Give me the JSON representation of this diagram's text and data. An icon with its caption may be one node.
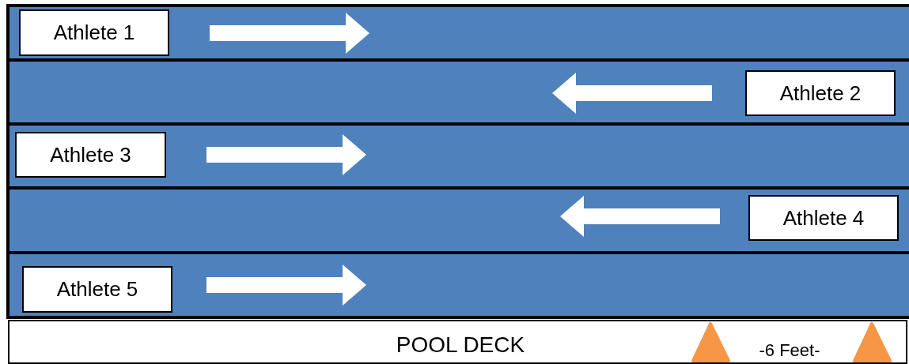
{
  "diagram": {
    "nodes": [
      {
        "text": [
          "Athlete 1"
        ]
      },
      {
        "text": [
          "Athlete 2"
        ]
      },
      {
        "text": [
          "Athlete 3"
        ]
      },
      {
        "text": [
          "Athlete 4"
        ]
      },
      {
        "text": [
          "Athlete 5"
        ]
      },
      {
        "text": [
          "POOL DECK",
          "-6 Feet-"
        ]
      }
    ]
  }
}
